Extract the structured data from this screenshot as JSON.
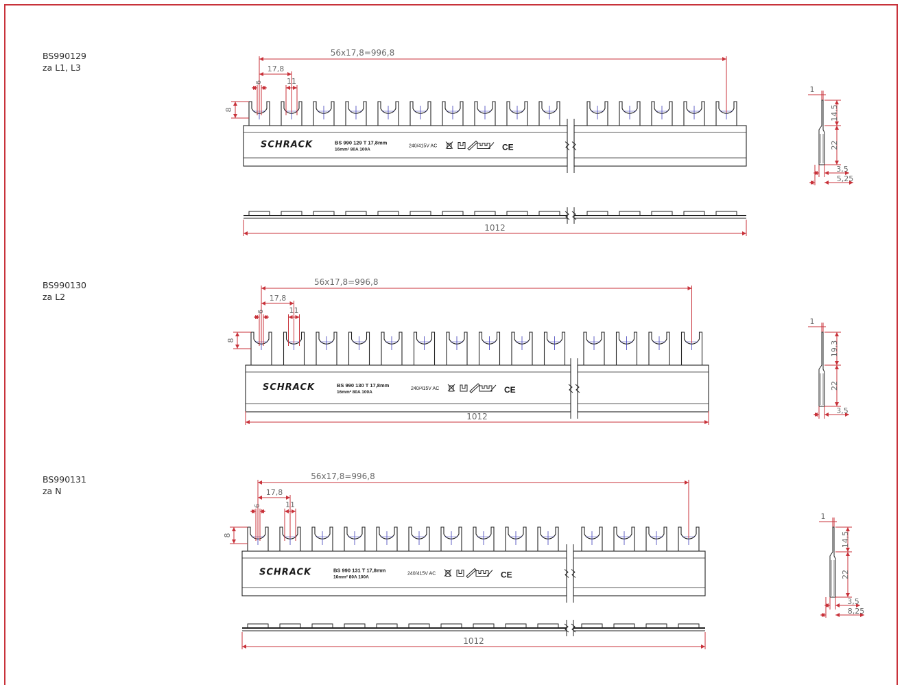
{
  "parts": [
    {
      "code": "BS990129",
      "phase": "za L1, L3",
      "pitch_total": "56x17,8=996,8",
      "pitch": "17,8",
      "pin_width": "6",
      "pin_gap": "11",
      "pin_height": "8",
      "length": "1012",
      "brand": "SCHRACK",
      "plate_line1": "BS 990 129   T 17,8mm",
      "plate_line2": "16mm²   80A  100A",
      "voltage": "240/415V AC",
      "side": {
        "thickness": "1",
        "upper": "14,5",
        "lower": "22",
        "base1": "3,5",
        "base2": "5,25"
      }
    },
    {
      "code": "BS990130",
      "phase": "za L2",
      "pitch_total": "56x17,8=996,8",
      "pitch": "17,8",
      "pin_width": "6",
      "pin_gap": "11",
      "pin_height": "8",
      "length": "1012",
      "brand": "SCHRACK",
      "plate_line1": "BS 990 130   T 17,8mm",
      "plate_line2": "16mm²   80A  100A",
      "voltage": "240/415V AC",
      "side": {
        "thickness": "1",
        "upper": "19,3",
        "lower": "22",
        "base1": "3,5"
      }
    },
    {
      "code": "BS990131",
      "phase": "za N",
      "pitch_total": "56x17,8=996,8",
      "pitch": "17,8",
      "pin_width": "6",
      "pin_gap": "11",
      "pin_height": "8",
      "length": "1012",
      "brand": "SCHRACK",
      "plate_line1": "BS 990 131   T 17,8mm",
      "plate_line2": "16mm²   80A  100A",
      "voltage": "240/415V AC",
      "side": {
        "thickness": "1",
        "upper": "14,5",
        "lower": "22",
        "base1": "3,5",
        "base2": "8,25"
      }
    }
  ],
  "colors": {
    "frame": "#c8323a",
    "dimension": "#c8323a",
    "axis": "#3a3ab8",
    "line": "#222222"
  },
  "symbols": [
    "ce-mark-icon",
    "no-dispose-icon",
    "busbar-icon",
    "screwdriver-icon"
  ]
}
